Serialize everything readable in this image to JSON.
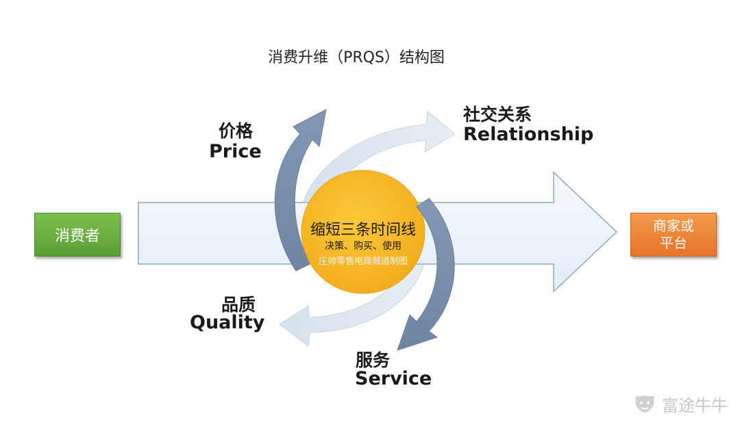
{
  "title": "消费升维（PRQS）结构图",
  "labels": {
    "price_cn": "价格",
    "price_en": "Price",
    "relationship_cn": "社交关系",
    "relationship_en": "Relationship",
    "quality_cn": "品质",
    "quality_en": "Quality",
    "service_cn": "服务",
    "service_en": "Service"
  },
  "consumer": "消费者",
  "merchant": [
    "商家或",
    "平台"
  ],
  "center": {
    "main": "缩短三条时间线",
    "sub": "决策、购买、使用",
    "watermark": "庄帅零售电商频道制图"
  },
  "brand": {
    "name": "富途牛牛",
    "icon": "bull-logo-icon"
  },
  "colors": {
    "consumer_green": "#6aaf42",
    "merchant_orange": "#ec8438",
    "circle_yellow": "#f7b928",
    "arrow_dark": "#7f93ad",
    "arrow_light": "#dfe8f2",
    "main_arrow_fill": "#e9f1fa",
    "main_arrow_stroke": "#8fa6c4"
  }
}
